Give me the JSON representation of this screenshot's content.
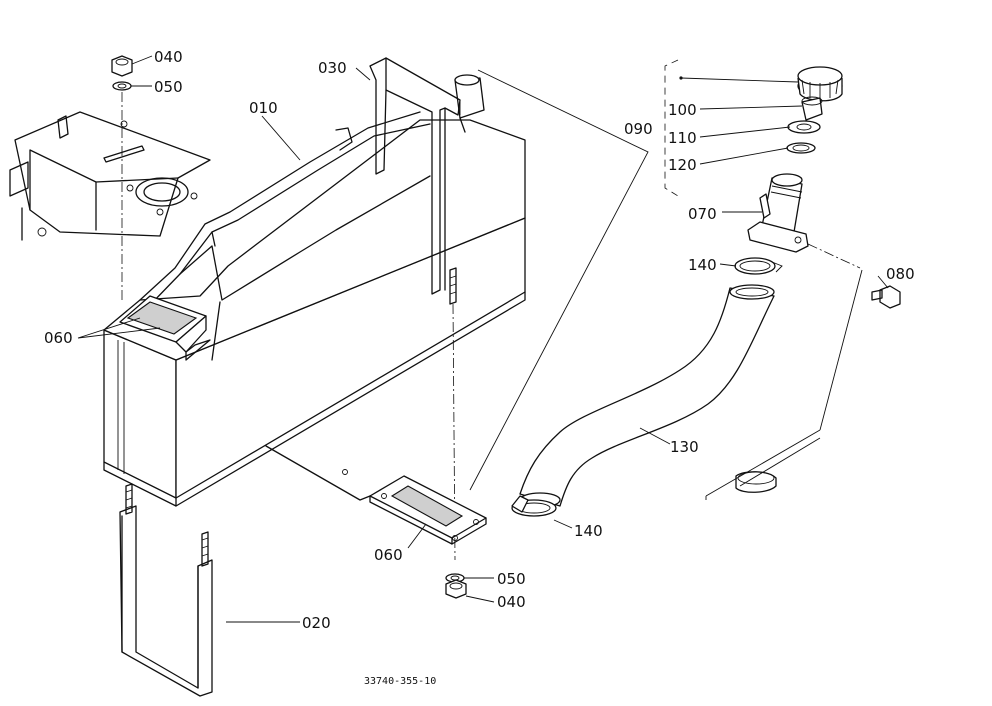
{
  "diagram": {
    "drawing_code": "33740-355-10",
    "labels": {
      "p010": "010",
      "p020": "020",
      "p030": "030",
      "p040_top": "040",
      "p040_bottom": "040",
      "p050_top": "050",
      "p050_bottom": "050",
      "p060_left": "060",
      "p060_bottom": "060",
      "p070": "070",
      "p080": "080",
      "p090": "090",
      "p100": "100",
      "p110": "110",
      "p120": "120",
      "p130": "130",
      "p140_upper": "140",
      "p140_lower": "140"
    }
  }
}
